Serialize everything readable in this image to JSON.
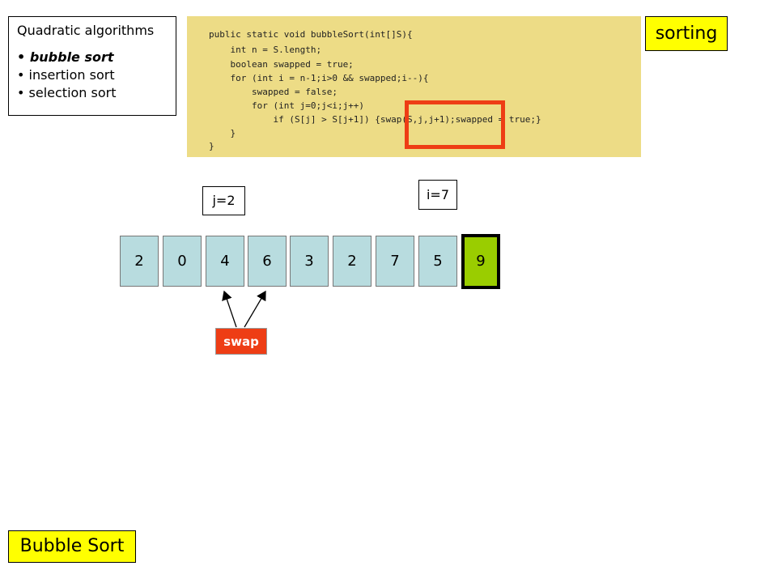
{
  "algorithms": {
    "heading": "Quadratic algorithms",
    "items": [
      "bubble sort",
      "insertion sort",
      "selection sort"
    ],
    "bullet": "•"
  },
  "code": {
    "lines": [
      "public static void bubbleSort(int[]S){",
      "    int n = S.length;",
      "    boolean swapped = true;",
      "    for (int i = n-1;i>0 && swapped;i--){",
      "        swapped = false;",
      "        for (int j=0;j<i;j++)",
      "            if (S[j] > S[j+1]) {swap(S,j,j+1);swapped = true;}",
      "    }",
      "}"
    ]
  },
  "topic_label": "sorting",
  "j_label": "j=2",
  "i_label": "i=7",
  "array": {
    "values": [
      "2",
      "0",
      "4",
      "6",
      "3",
      "2",
      "7",
      "5",
      "9"
    ],
    "sorted_index": 8
  },
  "swap_label": "swap",
  "title": "Bubble Sort",
  "colors": {
    "code_bg": "#eddc86",
    "highlight": "#ee3d15",
    "cell": "#b8dcdf",
    "sorted_cell": "#9acd00",
    "label_yellow": "#ffff00"
  }
}
